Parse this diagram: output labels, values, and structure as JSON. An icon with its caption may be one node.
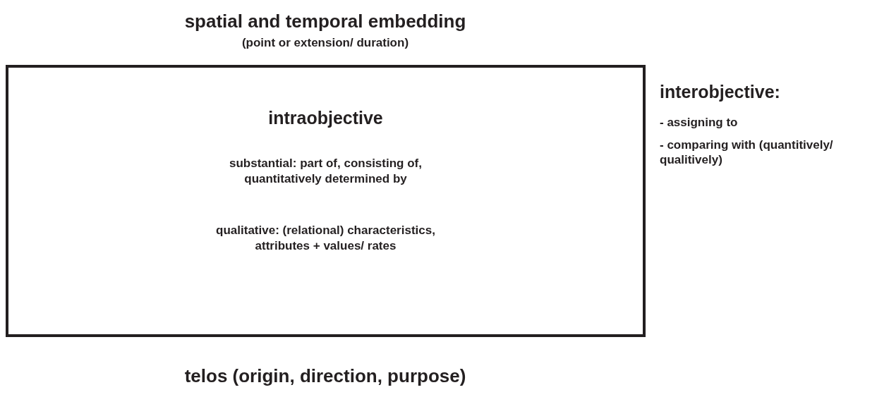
{
  "diagram": {
    "nodes": [
      {
        "text": [
          "intraobjective",
          "substantial: part of, consisting of, quantitatively determined by",
          "qualitative: (relational) characteristics, attributes + values/ rates"
        ]
      }
    ],
    "labels": [
      "spatial and temporal embedding",
      "(point or extension/ duration)",
      "interobjective:",
      "- assigning to",
      "- comparing with (quantitively/ qualitively)",
      "telos (origin, direction, purpose)"
    ]
  }
}
